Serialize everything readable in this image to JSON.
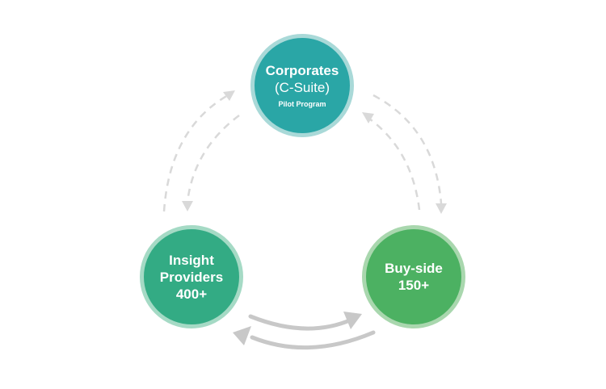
{
  "nodes": {
    "corporates": {
      "title": "Corporates",
      "subtitle": "(C-Suite)",
      "note": "Pilot Program",
      "color": "#2aa6a6",
      "ring_color": "#a9d9d8"
    },
    "insight_providers": {
      "line1": "Insight",
      "line2": "Providers",
      "count": "400+",
      "color": "#33ab84",
      "ring_color": "#a5dac5"
    },
    "buy_side": {
      "title": "Buy-side",
      "count": "150+",
      "color": "#4cb162",
      "ring_color": "#a9d7ae"
    }
  },
  "connectors": {
    "dashed_color": "#d9d9d9",
    "solid_color": "#c8c8c8"
  }
}
